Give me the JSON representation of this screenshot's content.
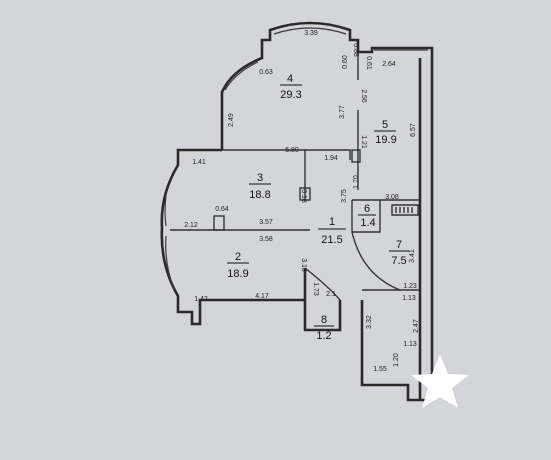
{
  "rooms": [
    {
      "number": "1",
      "area": "21.5"
    },
    {
      "number": "2",
      "area": "18.9"
    },
    {
      "number": "3",
      "area": "18.8"
    },
    {
      "number": "4",
      "area": "29.3"
    },
    {
      "number": "5",
      "area": "19.9"
    },
    {
      "number": "6",
      "area": "1.4"
    },
    {
      "number": "7",
      "area": "7.5"
    },
    {
      "number": "8",
      "area": "1.2"
    }
  ],
  "dimensions": {
    "d339": "3.39",
    "d088": "0.88",
    "d063": "0.63",
    "d060": "0.60",
    "d061": "0.61",
    "d264": "2.64",
    "d256": "2.56",
    "d377": "3.77",
    "d249": "2.49",
    "d657": "6.57",
    "d121": "1.21",
    "d580": "5.80",
    "d194": "1.94",
    "d141": "1.41",
    "d170": "1.70",
    "d318": "3.18",
    "d375": "3.75",
    "d308": "3.08",
    "d064": "0.64",
    "d212": "2.12",
    "d357": "3.57",
    "d358": "3.58",
    "d341": "3.41",
    "d315": "3.15",
    "d123": "1.23",
    "d142": "1.42",
    "d417": "4.17",
    "d173": "1.73",
    "d21": "2.1",
    "d113a": "1.13",
    "d332": "3.32",
    "d247": "2.47",
    "d113b": "1.13",
    "d120": "1.20",
    "d155": "1.55"
  },
  "colors": {
    "paper": "#d4d5da",
    "wall": "#2a2a2a",
    "star": "#ffffff"
  },
  "icons": {
    "star": "white-star-icon"
  }
}
